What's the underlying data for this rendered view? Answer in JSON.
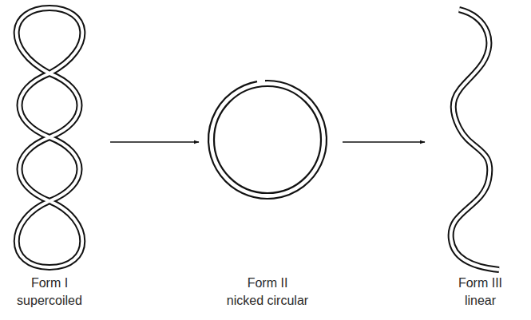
{
  "diagram": {
    "nodes": [
      {
        "text": [
          "Form I",
          "supercoiled"
        ]
      },
      {
        "text": [
          "Form II",
          "nicked circular"
        ]
      },
      {
        "text": [
          "Form III",
          "linear"
        ]
      }
    ],
    "edges": [
      {
        "from": 0,
        "to": 1,
        "arrow": "to"
      },
      {
        "from": 1,
        "to": 2,
        "arrow": "to"
      }
    ]
  }
}
